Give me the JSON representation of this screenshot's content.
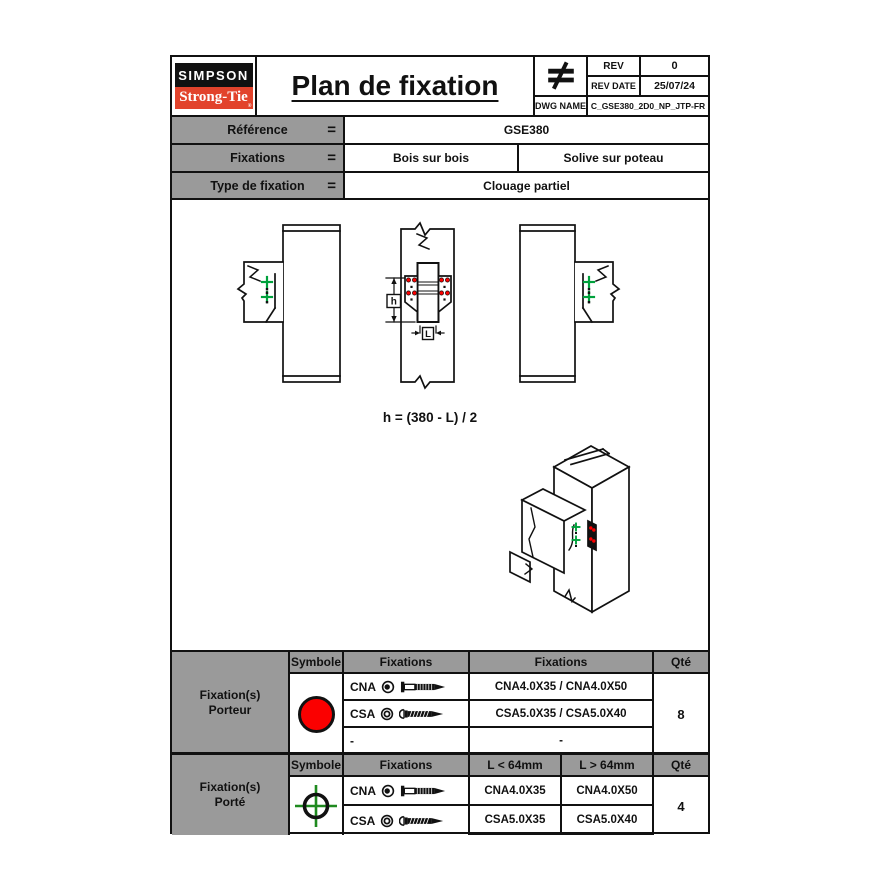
{
  "header": {
    "logo_line1": "SIMPSON",
    "logo_line2": "Strong-Tie",
    "logo_reg": "®",
    "title": "Plan de fixation",
    "rev": {
      "symbol_icon": "not-equal",
      "rev_label": "REV",
      "rev_value": "0",
      "rev_date_label": "REV DATE",
      "rev_date_value": "25/07/24",
      "dwg_name_label": "DWG NAME",
      "dwg_name_value": "C_GSE380_2D0_NP_JTP-FR"
    }
  },
  "reference_table": {
    "rows": [
      {
        "label": "Référence",
        "eq": "=",
        "value": "GSE380"
      },
      {
        "label": "Fixations",
        "eq": "=",
        "value1": "Bois sur bois",
        "value2": "Solive sur poteau"
      },
      {
        "label": "Type de fixation",
        "eq": "=",
        "value": "Clouage partiel"
      }
    ]
  },
  "drawing": {
    "formula": "h = (380 - L) / 2",
    "dim_h": "h",
    "dim_L": "L"
  },
  "fixation_porteur": {
    "label_line1": "Fixation(s)",
    "label_line2": "Porteur",
    "headers": {
      "symbole": "Symbole",
      "fixations1": "Fixations",
      "fixations2": "Fixations",
      "qty": "Qté"
    },
    "symbol_icon": "red-filled-circle",
    "rows": [
      {
        "code": "CNA",
        "value": "CNA4.0X35 / CNA4.0X50"
      },
      {
        "code": "CSA",
        "value": "CSA5.0X35 / CSA5.0X40"
      },
      {
        "code": "-",
        "value": "-"
      }
    ],
    "qty": "8"
  },
  "fixation_porte": {
    "label_line1": "Fixation(s)",
    "label_line2": "Porté",
    "headers": {
      "symbole": "Symbole",
      "fixations": "Fixations",
      "l_small": "L < 64mm",
      "l_large": "L > 64mm",
      "qty": "Qté"
    },
    "symbol_icon": "green-crosshair-circle",
    "rows": [
      {
        "code": "CNA",
        "l_small": "CNA4.0X35",
        "l_large": "CNA4.0X50"
      },
      {
        "code": "CSA",
        "l_small": "CSA5.0X35",
        "l_large": "CSA5.0X40"
      }
    ],
    "qty": "4"
  },
  "colors": {
    "logo_red": "#e2432c",
    "symbol_red": "#fb0000",
    "drawing_green": "#00a13c",
    "crosshair_green": "#1f8a1f",
    "table_gray": "#9a9a9a"
  }
}
